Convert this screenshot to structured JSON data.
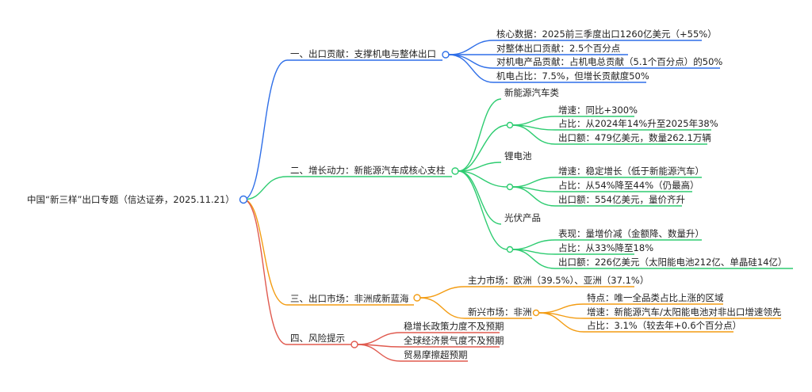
{
  "root": "中国“新三样”出口专题（信达证券，2025.11.21）",
  "colors": {
    "branch1": "#2f6fe8",
    "branch2": "#2ecc71",
    "branch3": "#f39c12",
    "branch4": "#e05a4f"
  },
  "branches": [
    {
      "label": "一、出口贡献：支撑机电与整体出口",
      "items": [
        "核心数据：2025前三季度出口1260亿美元（+55%）",
        "对整体出口贡献：2.5个百分点",
        "对机电产品贡献：占机电总贡献（5.1个百分点）的50%",
        "机电占比：7.5%，但增长贡献度50%"
      ]
    },
    {
      "label": "二、增长动力：新能源汽车成核心支柱",
      "groups": [
        {
          "title": "新能源汽车类",
          "items": [
            "增速：同比+300%",
            "占比：从2024年14%升至2025年38%",
            "出口额：479亿美元，数量262.1万辆"
          ]
        },
        {
          "title": "锂电池",
          "items": [
            "增速：稳定增长（低于新能源汽车）",
            "占比：从54%降至44%（仍最高）",
            "出口额：554亿美元，量价齐升"
          ]
        },
        {
          "title": "光伏产品",
          "items": [
            "表现：量增价减（金额降、数量升）",
            "占比：从33%降至18%",
            "出口额：226亿美元（太阳能电池212亿、单晶硅14亿）"
          ]
        }
      ]
    },
    {
      "label": "三、出口市场：非洲成新蓝海",
      "main_market": "主力市场：欧洲（39.5%）、亚洲（37.1%）",
      "emerging_market": "新兴市场：非洲",
      "emerging_items": [
        "特点：唯一全品类占比上涨的区域",
        "增速：新能源汽车/太阳能电池对非出口增速领先",
        "占比：3.1%（较去年+0.6个百分点）"
      ]
    },
    {
      "label": "四、风险提示",
      "items": [
        "稳增长政策力度不及预期",
        "全球经济景气度不及预期",
        "贸易摩擦超预期"
      ]
    }
  ]
}
